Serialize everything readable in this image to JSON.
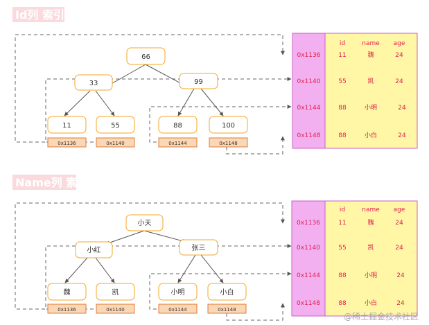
{
  "sections": [
    {
      "title": "Id列 索引",
      "tree": {
        "root": "66",
        "level1": [
          "33",
          "99"
        ],
        "leaves": [
          "11",
          "55",
          "88",
          "100"
        ],
        "addresses": [
          "0x1136",
          "0x1140",
          "0x1144",
          "0x1148"
        ]
      },
      "table": {
        "addresses": [
          "0x1136",
          "0x1140",
          "0x1144",
          "0x1148"
        ],
        "headers": [
          "id",
          "name",
          "age"
        ],
        "rows": [
          [
            "11",
            "魏",
            "24"
          ],
          [
            "55",
            "凯",
            "24"
          ],
          [
            "88",
            "小明",
            "24"
          ],
          [
            "88",
            "小白",
            "24"
          ]
        ]
      }
    },
    {
      "title": "Name列 索引",
      "tree": {
        "root": "小天",
        "level1": [
          "小红",
          "张三"
        ],
        "leaves": [
          "魏",
          "凯",
          "小明",
          "小白"
        ],
        "addresses": [
          "0x1136",
          "0x1140",
          "0x1144",
          "0x1148"
        ]
      },
      "table": {
        "addresses": [
          "0x1136",
          "0x1140",
          "0x1144",
          "0x1148"
        ],
        "headers": [
          "id",
          "name",
          "age"
        ],
        "rows": [
          [
            "11",
            "魏",
            "24"
          ],
          [
            "55",
            "凯",
            "24"
          ],
          [
            "88",
            "小明",
            "24"
          ],
          [
            "88",
            "小白",
            "24"
          ]
        ]
      }
    }
  ],
  "watermark": "@稀土掘金技术社区",
  "colors": {
    "node_border": "#f5a623",
    "address_fill": "#fad7b5",
    "address_border": "#e07b39",
    "title_bg": "#fadadd",
    "title_text": "#ffffff",
    "pink_column": "#f3b0f0",
    "yellow_table": "#fff6a6",
    "table_border": "#c95fc3",
    "table_text": "#e0204f",
    "arrow": "#555555",
    "dashed": "#666666"
  }
}
